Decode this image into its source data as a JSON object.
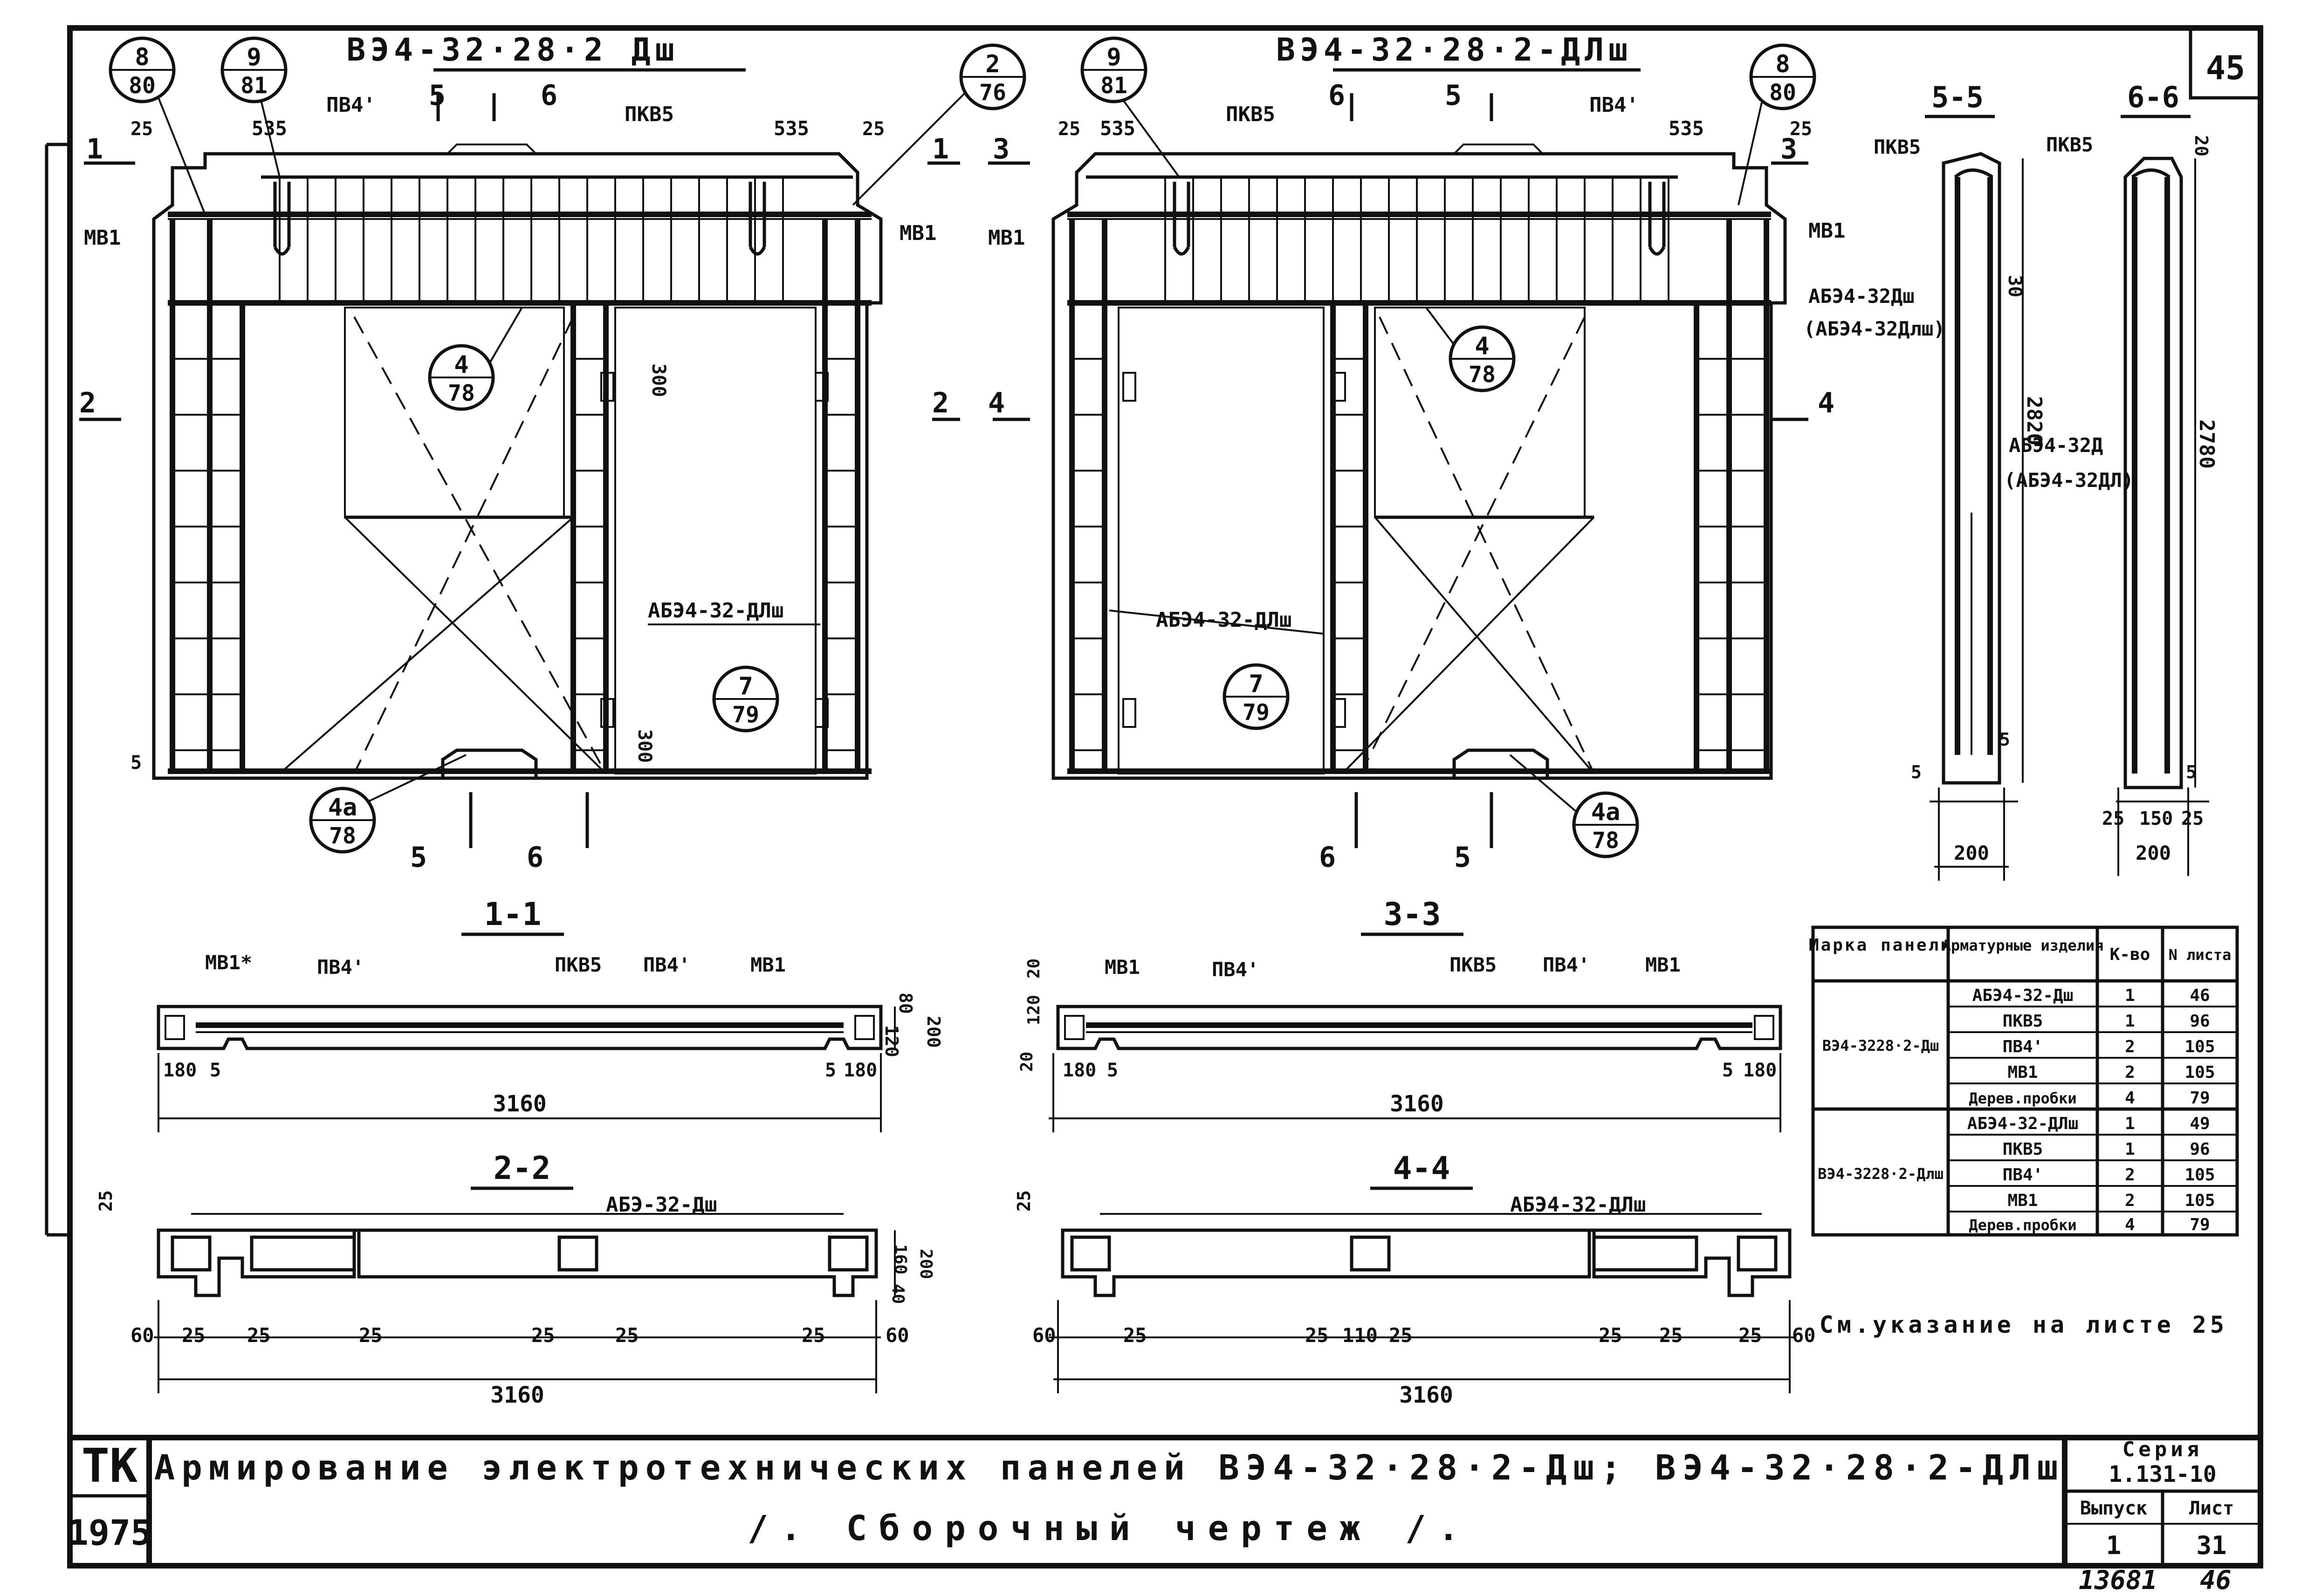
{
  "sheet": {
    "sheet_no": "45",
    "stamp": "ТК",
    "year": "1975",
    "title_line1": "Армирование электротехнических панелей  ВЭ4-32·28·2-Дш; ВЭ4-32·28·2-ДЛш",
    "title_line2": "/. Сборочный чертеж /.",
    "series_label": "Серия",
    "series_value": "1.131-10",
    "issue_label": "Выпуск",
    "issue_value": "1",
    "list_label": "Лист",
    "list_value": "31",
    "archive_no": "13681",
    "page_no": "46",
    "note": "См.указание на листе 25"
  },
  "panel_left": {
    "title": "ВЭ4-32·28·2 Дш",
    "callouts": [
      {
        "top": "8",
        "bottom": "80"
      },
      {
        "top": "9",
        "bottom": "81"
      },
      {
        "top": "2",
        "bottom": "76"
      },
      {
        "top": "4",
        "bottom": "78"
      },
      {
        "top": "7",
        "bottom": "79"
      },
      {
        "top": "4а",
        "bottom": "78"
      }
    ],
    "labels": {
      "pv": "ПВ4'",
      "pkv": "ПКВ5",
      "mv": "МВ1",
      "mv2": "МВ1",
      "ab": "АБЭ4-32-ДЛш"
    },
    "dims": {
      "d535a": "535",
      "d535b": "535",
      "d25a": "25",
      "d25b": "25",
      "d300a": "300",
      "d300b": "300",
      "d5": "5"
    },
    "sections": {
      "s1": "1",
      "s1b": "1",
      "s2": "2",
      "s2b": "2",
      "s5": "5",
      "s5b": "5",
      "s6": "6",
      "s6b": "6"
    }
  },
  "panel_right": {
    "title": "ВЭ4-32·28·2-ДЛш",
    "callouts": [
      {
        "top": "9",
        "bottom": "81"
      },
      {
        "top": "2",
        "bottom": "76"
      },
      {
        "top": "8",
        "bottom": "80"
      },
      {
        "top": "4",
        "bottom": "78"
      },
      {
        "top": "7",
        "bottom": "79"
      },
      {
        "top": "4а",
        "bottom": "78"
      }
    ],
    "labels": {
      "pv": "ПВ4'",
      "pkv": "ПКВ5",
      "mv": "МВ1",
      "mv2": "МВ1",
      "ab": "АБЭ4-32-ДЛш"
    },
    "dims": {
      "d535a": "535",
      "d535b": "535",
      "d25a": "25",
      "d25b": "25"
    },
    "sections": {
      "s3": "3",
      "s3b": "3",
      "s4": "4",
      "s4b": "4",
      "s5": "5",
      "s5b": "5",
      "s6": "6",
      "s6b": "6"
    }
  },
  "section_55": {
    "title": "5-5",
    "pkv": "ПКВ5",
    "ab1": "АБЭ4-32Дш",
    "ab1b": "(АБЭ4-32Длш)",
    "d30": "30",
    "d2820": "2820",
    "d5a": "5",
    "d5b": "5",
    "d200": "200"
  },
  "section_66": {
    "title": "6-6",
    "pkv": "ПКВ5",
    "ab": "АБЭ4-32Д",
    "abb": "(АБЭ4-32ДЛ)",
    "d20": "20",
    "d2780": "2780",
    "d5": "5",
    "d25a": "25",
    "d150": "150",
    "d25b": "25",
    "d200": "200"
  },
  "section_11": {
    "title": "1-1",
    "mv1": "МВ1*",
    "pv1": "ПВ4'",
    "pkv": "ПКВ5",
    "pv2": "ПВ4'",
    "mv2": "МВ1",
    "d180a": "180",
    "d5a": "5",
    "d5b": "5",
    "d180b": "180",
    "d3160": "3160",
    "d80": "80",
    "d120": "120",
    "d200": "200"
  },
  "section_33": {
    "title": "3-3",
    "mv1": "МВ1",
    "pv1": "ПВ4'",
    "pkv": "ПКВ5",
    "pv2": "ПВ4'",
    "mv2": "МВ1",
    "d20a": "20",
    "d120": "120",
    "d20b": "20",
    "d180a": "180",
    "d5a": "5",
    "d5b": "5",
    "d180b": "180",
    "d3160": "3160"
  },
  "section_22": {
    "title": "2-2",
    "ab": "АБЭ-32-Дш",
    "d25top": "25",
    "d160": "160",
    "d200": "200",
    "d40": "40",
    "bottom": [
      "60",
      "25",
      "25",
      "25",
      "25",
      "25",
      "25",
      "60"
    ],
    "d3160": "3160"
  },
  "section_44": {
    "title": "4-4",
    "ab": "АБЭ4-32-ДЛш",
    "d25top": "25",
    "bottom": [
      "60",
      "25",
      "25",
      "110",
      "25",
      "25",
      "25",
      "25",
      "60"
    ],
    "d3160": "3160"
  },
  "spec_table": {
    "headers": [
      "Марка панели",
      "Арматурные изделия",
      "К-во",
      "N листа"
    ],
    "groups": [
      {
        "mark": "ВЭ4-3228·2-Дш",
        "rows": [
          [
            "АБЭ4-32-Дш",
            "1",
            "46"
          ],
          [
            "ПКВ5",
            "1",
            "96"
          ],
          [
            "ПВ4'",
            "2",
            "105"
          ],
          [
            "МВ1",
            "2",
            "105"
          ],
          [
            "Дерев.пробки",
            "4",
            "79"
          ]
        ]
      },
      {
        "mark": "ВЭ4-3228·2-Длш",
        "rows": [
          [
            "АБЭ4-32-ДЛш",
            "1",
            "49"
          ],
          [
            "ПКВ5",
            "1",
            "96"
          ],
          [
            "ПВ4'",
            "2",
            "105"
          ],
          [
            "МВ1",
            "2",
            "105"
          ],
          [
            "Дерев.пробки",
            "4",
            "79"
          ]
        ]
      }
    ]
  }
}
